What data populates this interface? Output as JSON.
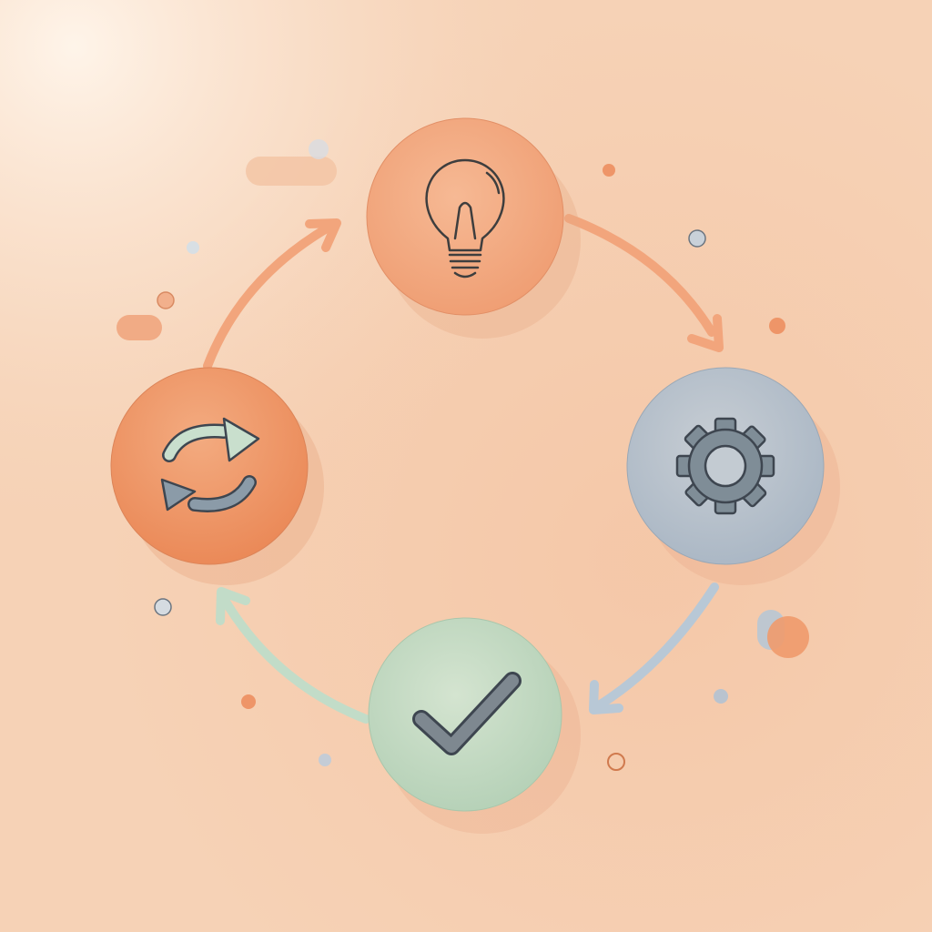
{
  "diagram": {
    "type": "cycle",
    "direction": "clockwise",
    "background_color": "#f6d2b6",
    "nodes": [
      {
        "id": "idea",
        "icon": "lightbulb-icon",
        "color": "#f2a27a"
      },
      {
        "id": "build",
        "icon": "gear-icon",
        "color": "#b9c2cc"
      },
      {
        "id": "check",
        "icon": "checkmark-icon",
        "color": "#c7dcc4"
      },
      {
        "id": "iterate",
        "icon": "refresh-arrows-icon",
        "color": "#ee9a6c"
      }
    ],
    "arrows": [
      {
        "from": "idea",
        "to": "build",
        "color": "#f2a57c"
      },
      {
        "from": "build",
        "to": "check",
        "color": "#b8c8d6"
      },
      {
        "from": "check",
        "to": "iterate",
        "color": "#c2dcc8"
      },
      {
        "from": "iterate",
        "to": "idea",
        "color": "#f2a57c"
      }
    ]
  }
}
